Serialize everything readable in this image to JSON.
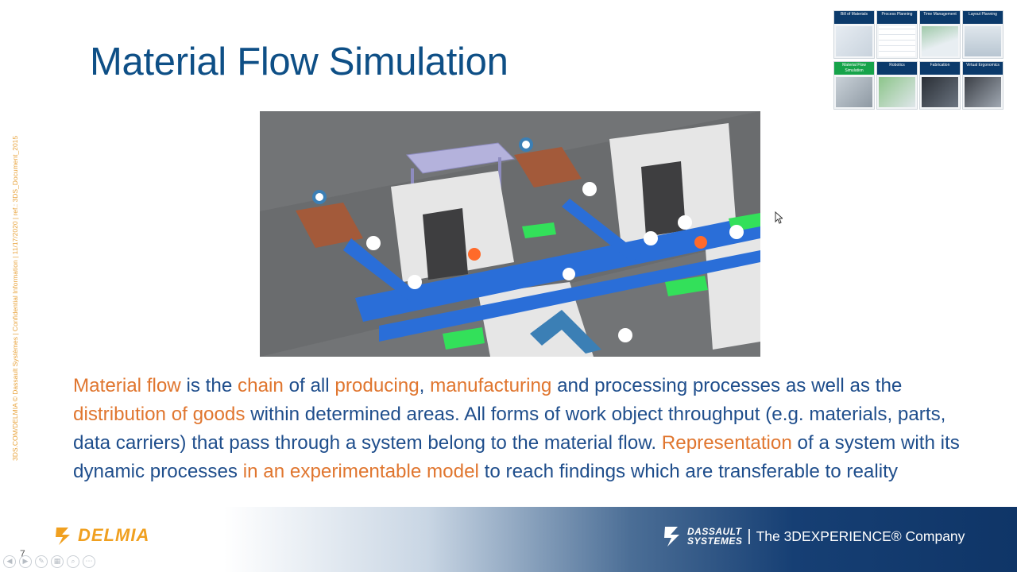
{
  "side_note": "3DS.COM/DELMIA © Dassault Systèmes | Confidential Information | 11/17/2020 | ref.: 3DS_Document_2015",
  "title": "Material Flow Simulation",
  "nav_thumbnails": [
    {
      "label": "Bill of Materials",
      "active": false
    },
    {
      "label": "Process Planning",
      "active": false
    },
    {
      "label": "Time Management",
      "active": false
    },
    {
      "label": "Layout Planning",
      "active": false
    },
    {
      "label": "Material Flow Simulation",
      "active": true
    },
    {
      "label": "Robotics",
      "active": false
    },
    {
      "label": "Fabrication",
      "active": false
    },
    {
      "label": "Virtual Ergonomics",
      "active": false
    }
  ],
  "description": {
    "p1": "Material flow",
    "p2": " is the ",
    "p3": "chain",
    "p4": " of all ",
    "p5": "producing",
    "p6": ", ",
    "p7": "manufacturing",
    "p8": " and processing processes as well as the ",
    "p9": "distribution of goods",
    "p10": " within determined areas. All forms of work object throughput (e.g. materials, parts, data carriers) that pass through a system belong to the material flow. ",
    "p11": "Representation",
    "p12": " of a system with its dynamic processes ",
    "p13": "in an experimentable model",
    "p14": " to reach findings which are transferable to reality"
  },
  "footer": {
    "left_brand": "DELMIA",
    "right_brand_line1": "DASSAULT",
    "right_brand_line2": "SYSTEMES",
    "right_tagline": "The 3DEXPERIENCE® Company"
  },
  "page_number": "7",
  "colors": {
    "title": "#0e4f86",
    "body_text": "#1f4e8c",
    "highlight": "#e0762f",
    "delmia_orange": "#f0a020",
    "active_thumb": "#16a34a"
  }
}
